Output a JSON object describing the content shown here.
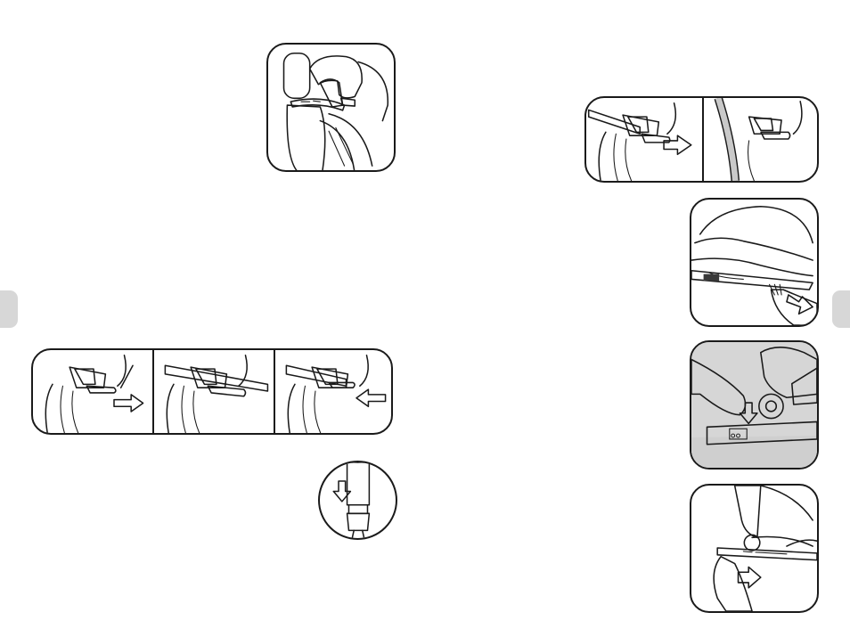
{
  "colors": {
    "accent_green": "#1f9b4f",
    "release_red": "#e02f30",
    "strap_yellow": "#f2e43a",
    "seat_grey": "#8a8a8a",
    "belt_grey": "#c9c9c9",
    "outline": "#1a1a1a",
    "edge_tab": "#d7d7d7"
  },
  "figures": {
    "headrest_strap": "belt-guide-strap",
    "belt_clip_left": [
      "clip-open",
      "belt-inserted",
      "clip-closed"
    ],
    "belt_clip_right": [
      "belt-guide-closed",
      "belt-removed"
    ],
    "buckle_close": "buckle-release",
    "base_release": "base-handle-pull",
    "isofix_button": "isofix-press",
    "isofix_slide": "isofix-slide-out"
  }
}
